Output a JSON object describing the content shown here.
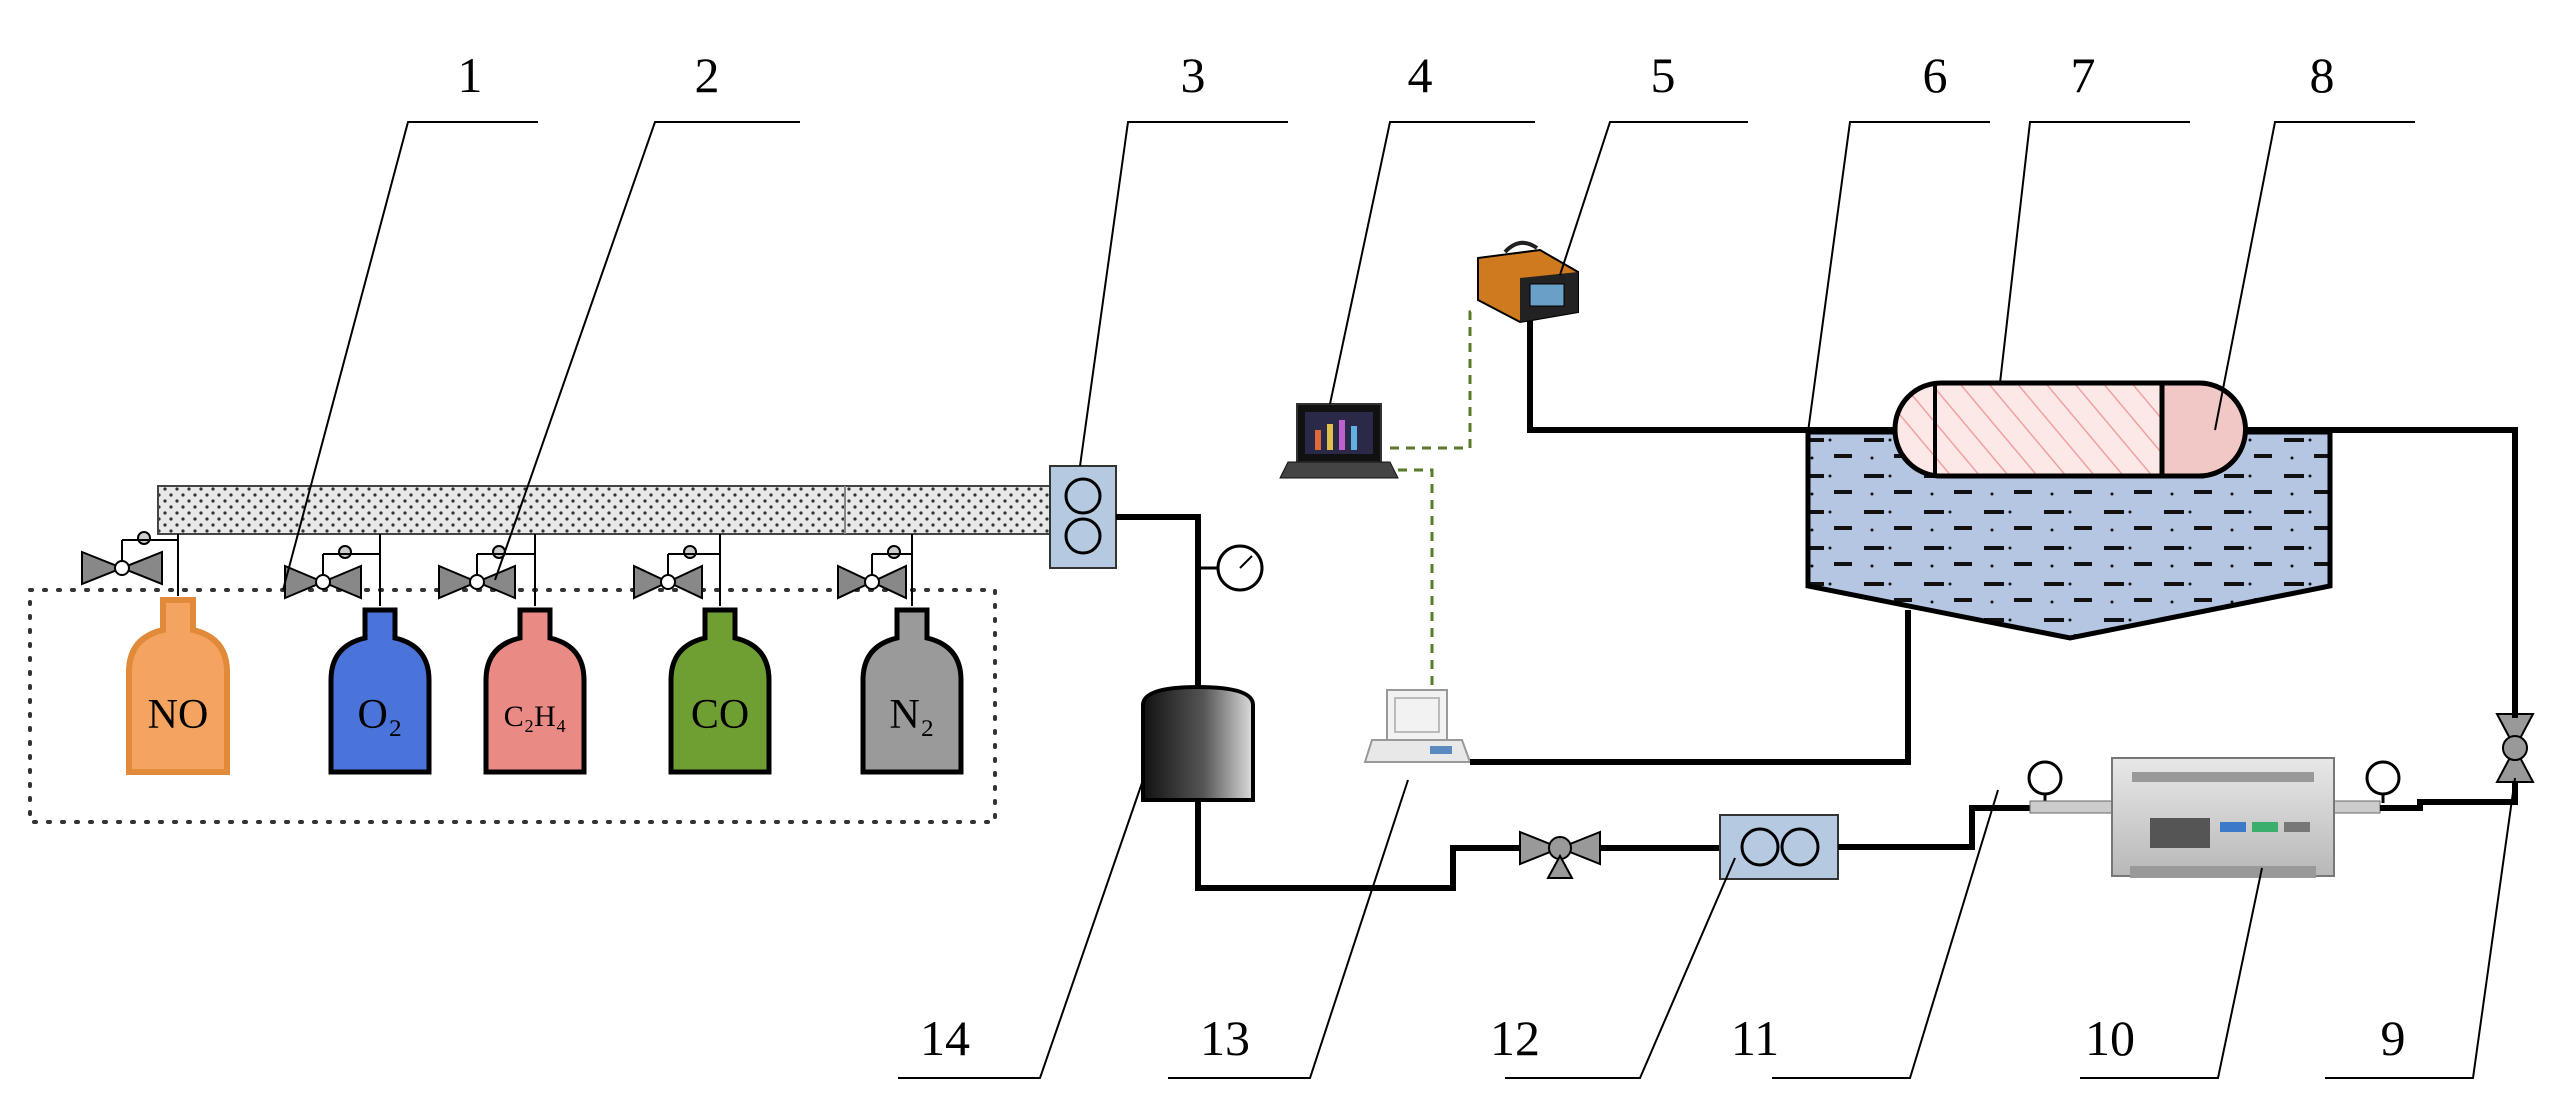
{
  "callouts": [
    "1",
    "2",
    "3",
    "4",
    "5",
    "6",
    "7",
    "8",
    "9",
    "10",
    "11",
    "12",
    "13",
    "14"
  ],
  "cylinders": [
    {
      "label": "NO",
      "color": "#f4a460"
    },
    {
      "label": "O₂",
      "color": "#4a74d9"
    },
    {
      "label": "C₂H₄",
      "color": "#e98a84"
    },
    {
      "label": "CO",
      "color": "#6f9e33"
    },
    {
      "label": "N₂",
      "color": "#9a9a9a"
    }
  ],
  "colors": {
    "flowmeter": "#b5c9e0",
    "bath_water": "#b4c6e2",
    "reactor_body": "#fce8e6",
    "reactor_cap": "#f1c8c6",
    "signal_line": "#5a7a2a"
  }
}
